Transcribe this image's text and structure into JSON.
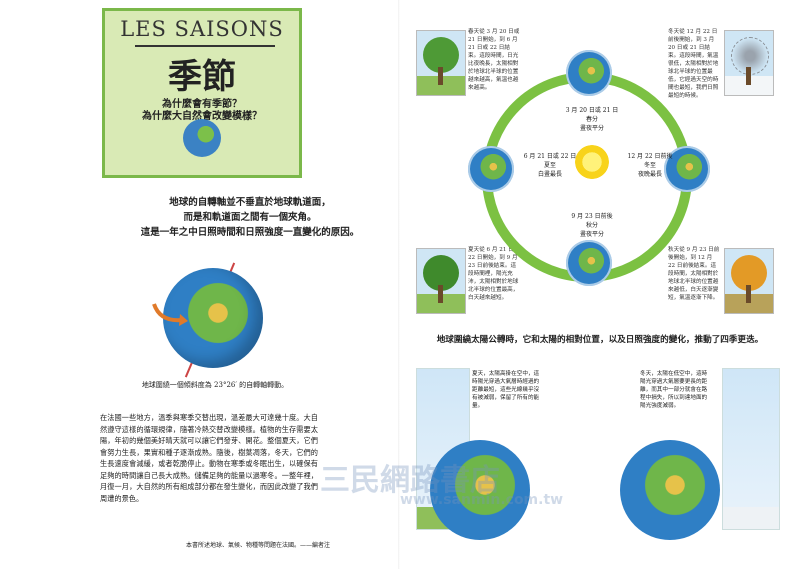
{
  "left": {
    "title_en": "LES SAISONS",
    "title_zh": "季節",
    "q1": "為什麼會有季節？",
    "q2": "為什麼大自然會改變模樣？",
    "intro_lines": [
      "地球的自轉軸並不垂直於地球軌道面，",
      "而是和軌道面之間有一個夾角。",
      "這是一年之中日照時間和日照強度一直變化的原因。"
    ],
    "globe_caption": "地球圍繞一個傾斜度為 23°26′ 的自轉軸轉動。",
    "body": "在法國一些地方，溫季與寒季交替出現，溫差最大可達幾十度。大自然遵守這樣的循環規律，隨著冷熱交替改變模樣。植物的生存需要太陽，年初的幾個美好晴天就可以讓它們發芽、開花。整個夏天，它們會努力生長，果實和種子逐漸成熟。隨後，樹葉凋落，冬天，它們的生長速度會減緩，或者乾脆停止。動物在寒季或冬眠出生，以確保有足夠的時間讓自己長大成熟。儲備足夠的能量以過寒冬。一整年裡，月復一月，大自然的所有組成部分都在發生變化，而因此改變了我們周遭的景色。",
    "footer": "本書所述地球、氣候、物種等問題在法國。——編者注"
  },
  "right": {
    "spring_text": "春天從 3 月 20 日或 21 日開始，到 6 月 21 日或 22 日結束。這段時間，日光比夜晚長，太陽相對於地球北半球的位置越來越高，氣溫也越來越高。",
    "winter_text": "冬天從 12 月 22 日前後開始，到 3 月 20 日或 21 日結束。這段時間，氣溫很低，太陽相對於地球北半球的位置最低，它經過天空的時間也最短，我們日照最短的時候。",
    "summer_text": "夏天從 6 月 21 日或 22 日開始，到 9 月 23 日前後結束。這段時間裡，陽光充沛，太陽相對於地球北半球的位置最高，白天越來越短。",
    "autumn_text": "秋天從 9 月 23 日前後開始，到 12 月 22 日前後結束。這段時間，太陽相對於地球北半球的位置越來越低，白天逐漸變短，氣溫逐漸下降。",
    "orbit_top": [
      "3 月 20 日或 21 日",
      "春分",
      "晝夜平分"
    ],
    "orbit_left": [
      "6 月 21 日或 22 日",
      "夏至",
      "白晝最長"
    ],
    "orbit_right": [
      "12 月 22 日前後",
      "冬至",
      "夜晚最長"
    ],
    "orbit_bottom": [
      "9 月 23 日前後",
      "秋分",
      "晝夜平分"
    ],
    "mid_caption": "地球圍繞太陽公轉時，它和太陽的相對位置，以及日照強度的變化，推動了四季更迭。",
    "summer_panel": "夏天，太陽高掛在空中，這時陽光穿過大氣層時經過的距離最短，這些光線幾乎沒有被減弱，保留了所有的能量。",
    "winter_panel": "冬天，太陽在低空中，這時陽光穿過大氣層要更長的距離，而其中一部分就會在路程中損失，所以到達地面的陽光強度減弱。"
  },
  "watermark": {
    "cn": "三民網路書店",
    "url": "www.sanmin.com.tw"
  },
  "colors": {
    "title_bg": "#d9eab5",
    "title_border": "#7bb84a",
    "orbit": "#7cc142",
    "sun": "#f8d31a"
  }
}
